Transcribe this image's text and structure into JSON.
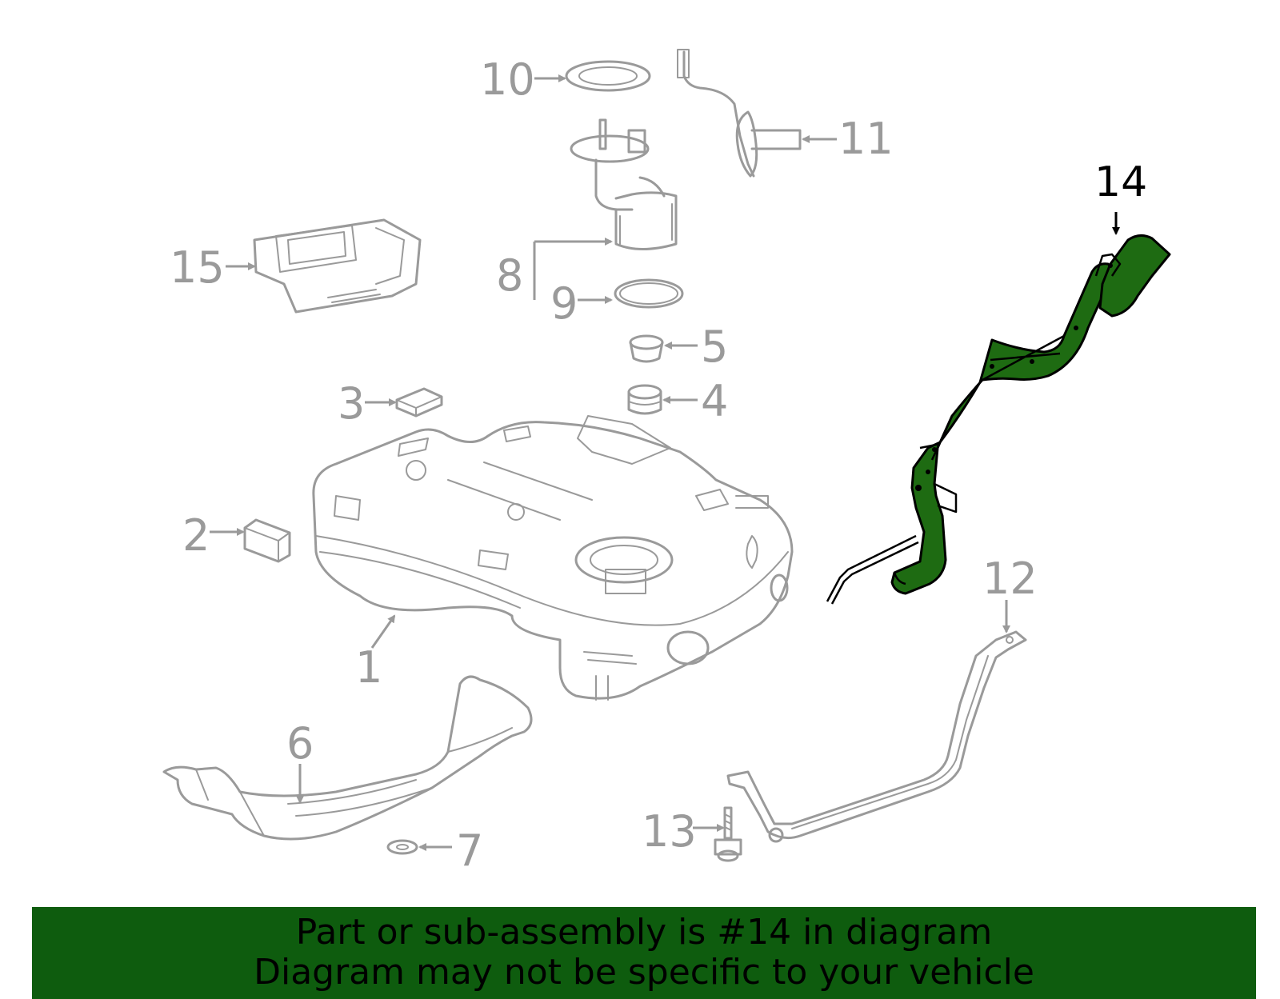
{
  "callouts": {
    "c1": "1",
    "c2": "2",
    "c3": "3",
    "c4": "4",
    "c5": "5",
    "c6": "6",
    "c7": "7",
    "c8": "8",
    "c9": "9",
    "c10": "10",
    "c11": "11",
    "c12": "12",
    "c13": "13",
    "c14": "14",
    "c15": "15"
  },
  "highlight": {
    "part_number": "14",
    "color": "#1e6b12"
  },
  "banner": {
    "line1": "Part or sub-assembly is #14 in diagram",
    "line2": "Diagram may not be specific to your vehicle",
    "color": "#0e5c0e"
  }
}
